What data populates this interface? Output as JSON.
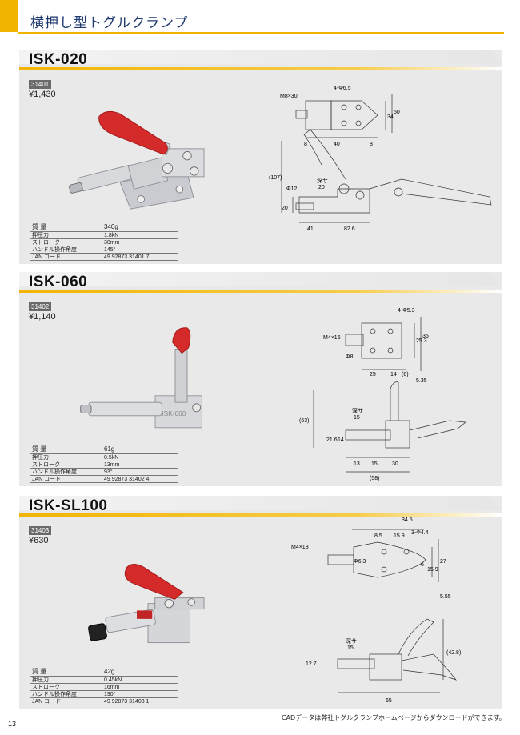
{
  "header": {
    "title": "横押し型トグルクランプ"
  },
  "labels": {
    "mass": "質 量",
    "clamp_force": "押圧力",
    "stroke": "ストローク",
    "handle_angle": "ハンドル操作角度",
    "jan": "JAN コード"
  },
  "products": [
    {
      "name": "ISK-020",
      "code": "31401",
      "price": "¥1,430",
      "mass": "340g",
      "clamp_force": "1.8kN",
      "stroke": "30mm",
      "handle_angle": "145°",
      "jan": "49 92873 31401 7",
      "dims": {
        "top_thread": "M8×30",
        "holes": "4-Φ6.5",
        "w1": "8",
        "w2": "40",
        "w3": "8",
        "h1": "34",
        "h2": "50",
        "side_h": "(107)",
        "phi": "Φ12",
        "depth_label": "深サ",
        "depth": "20",
        "base": "20",
        "l1": "41",
        "l2": "82.6"
      }
    },
    {
      "name": "ISK-060",
      "code": "31402",
      "price": "¥1,140",
      "mass": "61g",
      "clamp_force": "0.5kN",
      "stroke": "13mm",
      "handle_angle": "93°",
      "jan": "49 92873 31402 4",
      "dims": {
        "top_thread": "M4×16",
        "holes": "4-Φ5.3",
        "phi": "Φ8",
        "w1": "25",
        "w2": "14",
        "w3": "(6)",
        "h1": "25.3",
        "h2": "36",
        "h3": "5.35",
        "side_h": "(63)",
        "depth_label": "深サ",
        "depth": "15",
        "v1": "21.6",
        "v2": "14",
        "l1": "13",
        "l2": "15",
        "l3": "30",
        "l4": "(58)"
      }
    },
    {
      "name": "ISK-SL100",
      "code": "31403",
      "price": "¥630",
      "mass": "42g",
      "clamp_force": "0.45kN",
      "stroke": "16mm",
      "handle_angle": "190°",
      "jan": "49 92873 31403 1",
      "dims": {
        "top_thread": "M4×18",
        "holes": "3-Φ4.4",
        "phi": "Φ6.3",
        "w_total": "34.5",
        "w1": "8.5",
        "w2": "15.9",
        "h1": "6",
        "h2": "15.9",
        "h3": "27",
        "h4": "5.55",
        "side_h": "(42.8)",
        "depth_label": "深サ",
        "depth": "15",
        "v1": "12.7",
        "l1": "65"
      }
    }
  ],
  "footer": {
    "note": "CADデータは弊社トグルクランプホームページからダウンロードができます。",
    "page": "13"
  },
  "colors": {
    "accent": "#f2b400",
    "handle": "#d42a2a",
    "section_bg": "#e9e9ea"
  }
}
